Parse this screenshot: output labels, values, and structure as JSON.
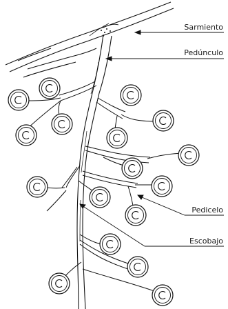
{
  "diagram": {
    "labels": {
      "sarmiento": "Sarmiento",
      "pedunculo": "Pedúnculo",
      "pedicelo": "Pedicelo",
      "escobajo": "Escobajo"
    }
  }
}
